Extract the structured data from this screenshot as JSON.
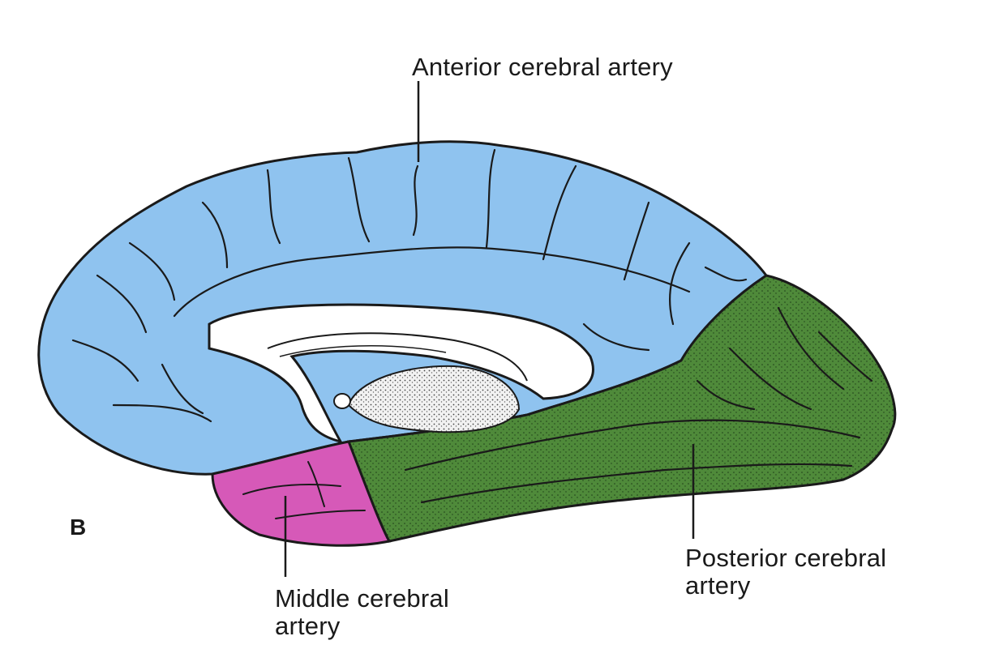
{
  "panel_letter": "B",
  "labels": {
    "anterior": "Anterior cerebral artery",
    "posterior": "Posterior cerebral\nartery",
    "middle": "Middle cerebral\nartery"
  },
  "colors": {
    "anterior_territory": "#8fc3ef",
    "posterior_territory": "#4f8a3a",
    "middle_territory": "#d659b8",
    "outline": "#1a1a1a",
    "central_white": "#ffffff",
    "thalamus_stipple": "#e4e4e4"
  }
}
